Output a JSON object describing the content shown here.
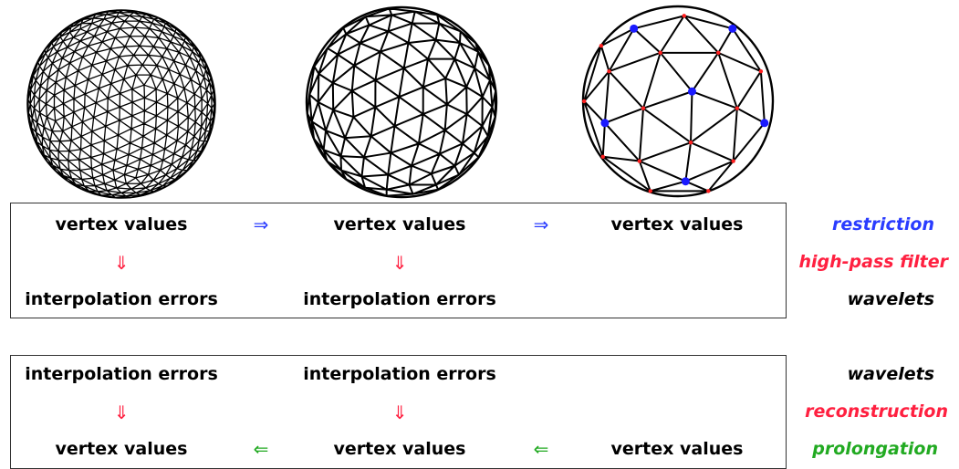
{
  "spheres": [
    {
      "name": "fine-mesh",
      "level": "fine"
    },
    {
      "name": "medium-mesh",
      "level": "medium"
    },
    {
      "name": "coarse-mesh",
      "level": "coarse"
    }
  ],
  "colors": {
    "restriction": "#2a3cff",
    "filter": "#ff2040",
    "wavelets": "#000000",
    "prolongation": "#22aa22",
    "node_blue": "#1a1aff",
    "node_red": "#ff2020"
  },
  "top_box": {
    "row1": [
      "vertex values",
      "vertex values",
      "vertex values"
    ],
    "right_arrows": [
      "⇒",
      "⇒"
    ],
    "down_arrows": [
      "⇓",
      "⇓"
    ],
    "row3": [
      "interpolation errors",
      "interpolation errors"
    ]
  },
  "bottom_box": {
    "row1": [
      "interpolation errors",
      "interpolation errors"
    ],
    "down_arrows": [
      "⇓",
      "⇓"
    ],
    "row3": [
      "vertex values",
      "vertex values",
      "vertex values"
    ],
    "left_arrows": [
      "⇐",
      "⇐"
    ]
  },
  "labels": {
    "restriction": "restriction",
    "high_pass": "high-pass filter",
    "wavelets_top": "wavelets",
    "wavelets_bottom": "wavelets",
    "reconstruction": "reconstruction",
    "prolongation": "prolongation"
  }
}
